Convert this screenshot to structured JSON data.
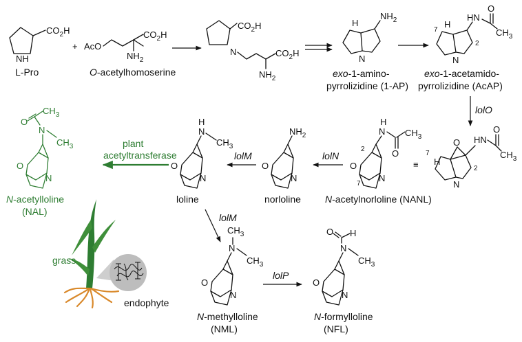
{
  "colors": {
    "plant": "#2e7d32",
    "root": "#d9892b",
    "ink": "#111111",
    "bubble": "#bdbdbd"
  },
  "reactants": {
    "lpro_co2h": "CO",
    "lpro_nh": "NH",
    "lpro_label": "L-Pro",
    "plus": "+",
    "aco": "AcO",
    "oah_co2h": "CO",
    "oah_nh2": "NH",
    "oah_label_italic": "O",
    "oah_label_rest": "-acetylhomoserine"
  },
  "intermediate": {
    "co2h_top": "CO",
    "co2h_side": "CO",
    "nh2": "NH",
    "n": "N"
  },
  "amino": {
    "h": "H",
    "nh2": "NH",
    "n": "N",
    "label_italic": "exo",
    "label_line1_rest": "-1-amino-",
    "label_line2": "pyrrolizidine (1-AP)"
  },
  "acetamido": {
    "hn": "HN",
    "o": "O",
    "ch3": "CH",
    "h": "H",
    "n": "N",
    "locant7": "7",
    "locant2": "2",
    "label_italic": "exo",
    "label_line1_rest": "-1-acetamido-",
    "label_line2": "pyrrolizidine (AcAP)"
  },
  "lolO_step": {
    "enzyme": "lolO"
  },
  "ether_intermediate": {
    "o_ring": "O",
    "hn": "HN",
    "o": "O",
    "ch3": "CH",
    "h": "H",
    "n": "N",
    "locant7": "7",
    "locant2": "2",
    "equiv": "≡"
  },
  "nanl": {
    "h": "H",
    "n_amide": "N",
    "o": "O",
    "ch3": "CH",
    "o_ring": "O",
    "n": "N",
    "locant2": "2",
    "locant7": "7",
    "label_italic": "N",
    "label_rest": "-acetylnorloline (NANL)"
  },
  "lolN_step": {
    "enzyme": "lolN"
  },
  "norloline": {
    "nh2": "NH",
    "o_ring": "O",
    "n": "N",
    "label": "norloline"
  },
  "lolM_step1": {
    "enzyme": "lolM"
  },
  "loline": {
    "h": "H",
    "n_amine": "N",
    "ch3": "CH",
    "o_ring": "O",
    "n": "N",
    "label": "loline"
  },
  "plant_step": {
    "line1": "plant",
    "line2": "acetyltransferase"
  },
  "nal": {
    "o": "O",
    "ch3_top": "CH",
    "n_amide": "N",
    "ch3": "CH",
    "o_ring": "O",
    "n": "N",
    "label_italic": "N",
    "label_line1_rest": "-acetylloline",
    "label_line2": "(NAL)"
  },
  "lolM_step2": {
    "enzyme": "lolM"
  },
  "nml": {
    "ch3_top": "CH",
    "n_amine": "N",
    "ch3": "CH",
    "o_ring": "O",
    "n": "N",
    "label_italic": "N",
    "label_line1_rest": "-methylloline",
    "label_line2": "(NML)"
  },
  "lolP_step": {
    "enzyme": "lolP"
  },
  "nfl": {
    "o": "O",
    "h": "H",
    "n_amide": "N",
    "ch3": "CH",
    "o_ring": "O",
    "n": "N",
    "label_italic": "N",
    "label_line1_rest": "-formylloline",
    "label_line2": "(NFL)"
  },
  "illustration": {
    "grass": "grass",
    "endophyte": "endophyte"
  },
  "sub": {
    "two": "2",
    "three": "3"
  }
}
